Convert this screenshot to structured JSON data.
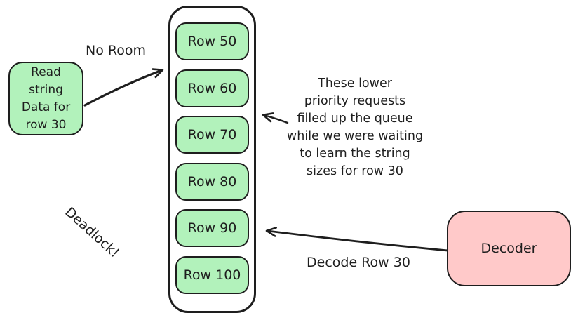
{
  "colors": {
    "stroke": "#1e1e1e",
    "queue_item_fill": "#b2f2bb",
    "decoder_fill": "#ffc9c9",
    "background": "#ffffff"
  },
  "read_request_box": {
    "lines": [
      "Read",
      "string",
      "Data for",
      "row 30"
    ]
  },
  "queue": {
    "rows": [
      "Row 50",
      "Row 60",
      "Row 70",
      "Row 80",
      "Row 90",
      "Row 100"
    ]
  },
  "decoder_box": {
    "label": "Decoder"
  },
  "annotations": {
    "no_room": "No Room",
    "deadlock": "Deadlock!",
    "decode_row_30": "Decode Row 30",
    "queue_note_lines": [
      "These lower",
      "priority requests",
      "filled up the queue",
      "while we were waiting",
      "to learn the string",
      "sizes for row 30"
    ]
  },
  "connections": [
    {
      "name": "no-room-arrow",
      "from": "read-request-box",
      "to": "queue-container",
      "label": "No Room"
    },
    {
      "name": "queue-note-arrow",
      "from": "queue-note",
      "to": "queue-row-70",
      "label": ""
    },
    {
      "name": "decode-arrow",
      "from": "decoder-box",
      "to": "queue-row-90",
      "label": "Decode Row 30"
    }
  ]
}
